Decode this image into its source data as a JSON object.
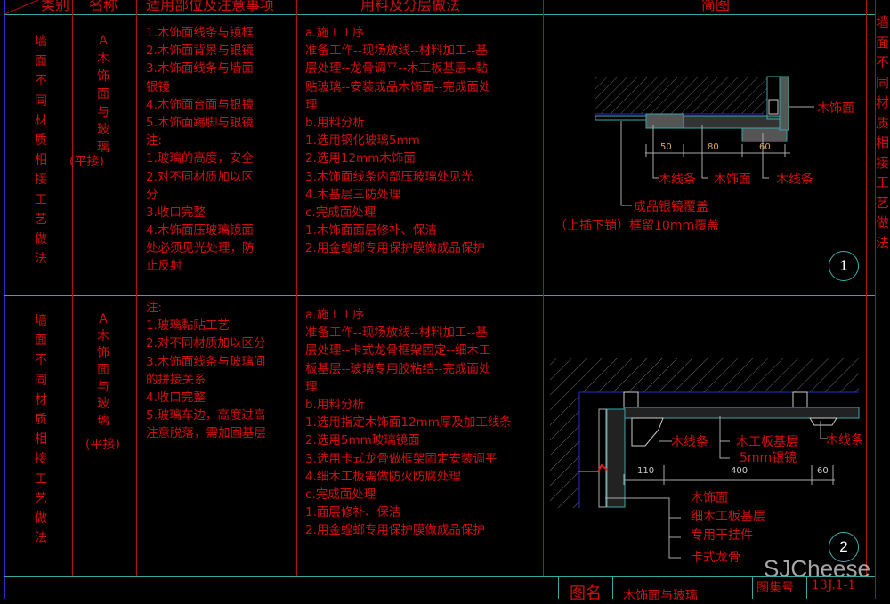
{
  "header": {
    "category": "类别",
    "name": "名称",
    "usage": "适用部位及注意事项",
    "method": "用料及分层做法",
    "sketch": "简图"
  },
  "side_title": "墙面不同材质相接工艺做法",
  "rows": [
    {
      "category": "墙面不同材质相接工艺做法",
      "name_lines": [
        "A",
        "木",
        "饰",
        "面",
        "与",
        "玻",
        "璃"
      ],
      "name_suffix": "(平接)",
      "usage_lines": [
        "1.木饰面线条与镜框",
        "2.木饰面背景与银镜",
        "3.木饰面线条与墙面",
        "银镜",
        "4.木饰面台面与银镜",
        "5.木饰面踢脚与银镜",
        "注:",
        "1.玻璃的高度，安全",
        "2.对不同材质加以区",
        "分",
        "3.收口完整",
        "4.木饰面压玻璃镜面",
        "处必须见光处理，防",
        "止反射"
      ],
      "method_lines": [
        "a.施工工序",
        "准备工作--现场放线--材料加工--基",
        "层处理--龙骨调平--木工板基层--黏",
        "贴玻璃--安装成品木饰面--完成面处",
        "理",
        "b.用料分析",
        "1.选用钢化玻璃5mm",
        "2.选用12mm木饰面",
        "3.木饰面线条内部压玻璃处见光",
        "4.木基层三防处理",
        "c.完成面处理",
        "1.木饰面面层修补、保洁",
        "2.用金蝗螂专用保护膜做成品保护"
      ],
      "sketch": {
        "number": "1",
        "dims": [
          "50",
          "80",
          "60"
        ],
        "labels": {
          "wood_face_right": "木饰面",
          "wood_strip_1": "木线条",
          "wood_face": "木饰面",
          "wood_strip_2": "木线条",
          "mirror_1": "成品银镜覆盖",
          "mirror_2": "（上插下销）框留10mm覆盖"
        }
      }
    },
    {
      "category": "墙面不同材质相接工艺做法",
      "name_lines": [
        "A",
        "木",
        "饰",
        "面",
        "与",
        "玻",
        "璃"
      ],
      "name_suffix": "(平接)",
      "usage_lines": [
        "注:",
        "1.玻璃黏贴工艺",
        "2.对不同材质加以区分",
        "3.木饰面线条与玻璃间",
        "的拼接关系",
        "4.收口完整",
        "5.玻璃车边，高度过高",
        "注意脱落，需加固基层"
      ],
      "method_lines": [
        "a.施工工序",
        "准备工作--现场放线--材料加工--基",
        "层处理--卡式龙骨框架固定--细木工",
        "板基层--玻璃专用胶粘结--完成面处",
        "理",
        "b.用料分析",
        "1.选用指定木饰面12mm厚及加工线条",
        "2.选用5mm玻璃镜面",
        "3.选用卡式龙骨做框架固定安装调平",
        "4.细木工板需做防火防腐处理",
        "c.完成面处理",
        "1.面层修补、保洁",
        "2.用金蝗螂专用保护膜做成品保护"
      ],
      "sketch": {
        "number": "2",
        "dims": [
          "110",
          "400",
          "60"
        ],
        "labels": {
          "wood_strip_1": "木线条",
          "board_base": "木工板基层",
          "mirror": "5mm银镜",
          "wood_strip_2": "木线条",
          "wood_face": "木饰面",
          "fine_board": "细木工板基层",
          "hanger": "专用干挂件",
          "keel": "卡式龙骨"
        }
      }
    }
  ],
  "title_block": {
    "drawing_name_label": "图名",
    "drawing_name": "木饰面与玻璃",
    "atlas_no_label": "图集号",
    "atlas_no": "13J.1-1"
  },
  "watermark": "SJCheese",
  "colors": {
    "text": "#d01010",
    "grid_h": "#3aa7a7",
    "border": "#2020c0",
    "col": "#b01010"
  }
}
